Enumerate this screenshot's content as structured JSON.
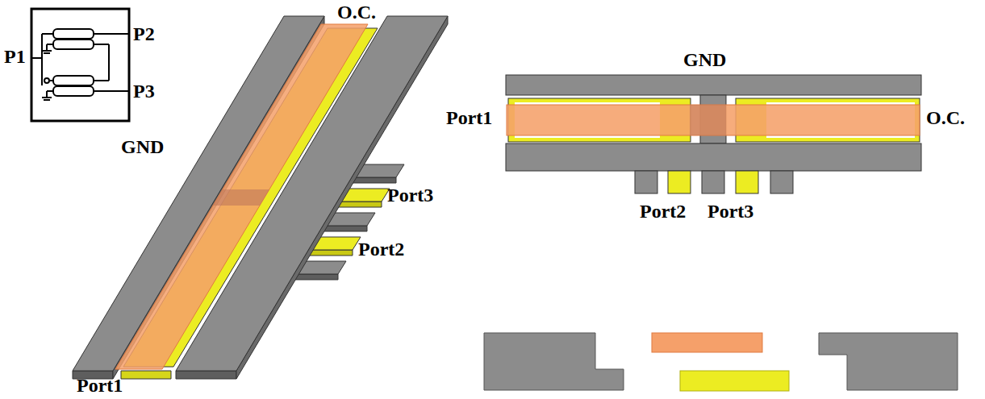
{
  "diagram": {
    "labels": [
      "P1",
      "P2",
      "P3",
      "O.C.",
      "GND",
      "Port3",
      "Port2",
      "Port1",
      "GND",
      "Port1",
      "O.C.",
      "Port2",
      "Port3"
    ]
  }
}
